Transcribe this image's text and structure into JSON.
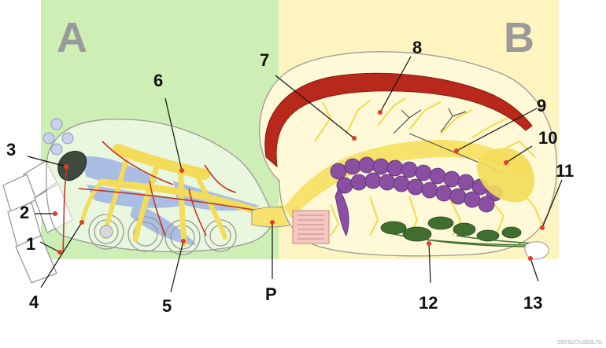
{
  "regions": {
    "cephalothorax": {
      "letter": "A",
      "color": "#cdeeb4"
    },
    "abdomen": {
      "letter": "B",
      "color": "#fdf4bf"
    }
  },
  "callouts": {
    "c1": "1",
    "c2": "2",
    "c3": "3",
    "c4": "4",
    "c5": "5",
    "c6": "6",
    "c7": "7",
    "c8": "8",
    "c9": "9",
    "c10": "10",
    "c11": "11",
    "c12": "12",
    "c13": "13",
    "pedicel": "P"
  },
  "watermark": "obrazovaka.ru",
  "colors": {
    "nerve": "#f3dc5a",
    "artery": "#c0392b",
    "heart": "#b8291b",
    "gut": "#f7e36b",
    "digestive_glands": "#8a4fa3",
    "silk_glands": "#3f6f2f",
    "muscle": "#9fb5e3",
    "body_outline": "#9a9a9a",
    "marker": "#e53a2a"
  }
}
